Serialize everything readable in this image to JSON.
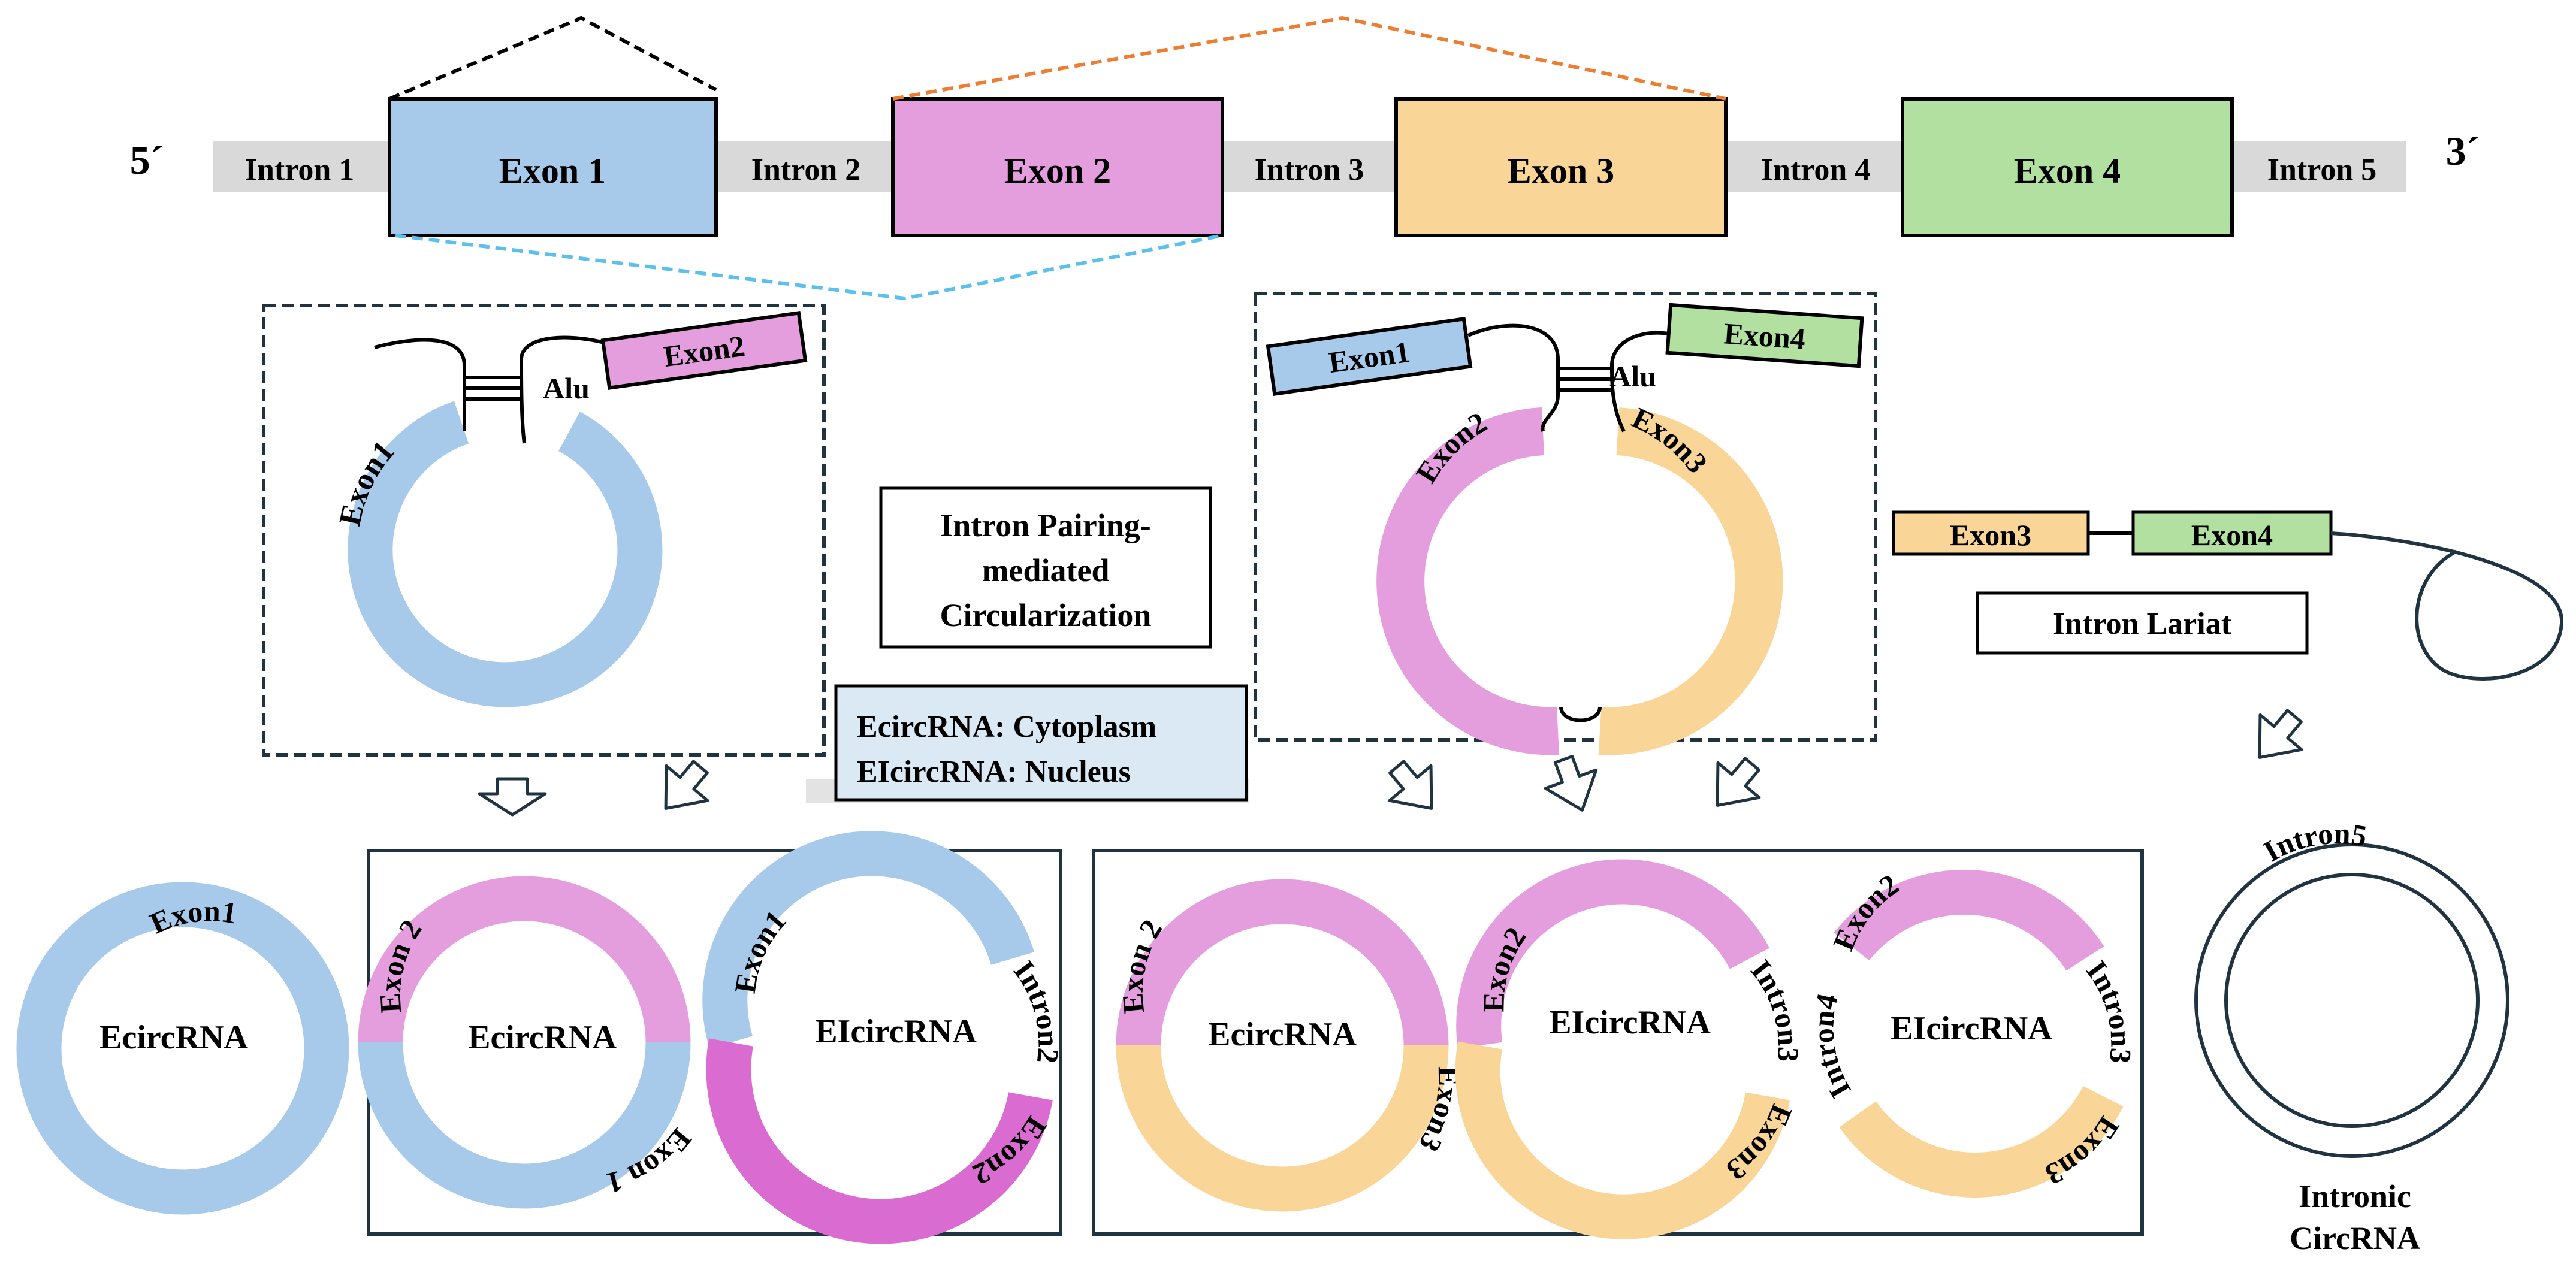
{
  "gene": {
    "five_prime": "5´",
    "three_prime": "3´",
    "introns": [
      "Intron 1",
      "Intron 2",
      "Intron 3",
      "Intron 4",
      "Intron 5"
    ],
    "exons": [
      "Exon 1",
      "Exon 2",
      "Exon 3",
      "Exon 4"
    ]
  },
  "colors": {
    "exon1": "#a7c9ea",
    "exon2": "#e49edd",
    "exon2_dark": "#d96bd1",
    "exon3": "#f9d597",
    "exon4": "#b1e0a0",
    "intron_bar": "#d9d9d9",
    "dashed_black": "#000000",
    "dashed_orange": "#ed7d31",
    "dashed_cyan": "#5bc0eb",
    "frame": "#1f3340",
    "note_fill": "#dbe9f5"
  },
  "left_pairing": {
    "exon2_box": "Exon2",
    "alu": "Alu",
    "exon1_arc": "Exon1"
  },
  "middle_labels": {
    "mechanism": [
      "Intron Pairing-",
      "mediated",
      "Circularization"
    ],
    "localization": [
      "EcircRNA: Cytoplasm",
      "EIcircRNA: Nucleus"
    ]
  },
  "right_pairing": {
    "exon1_box": "Exon1",
    "exon4_box": "Exon4",
    "alu": "Alu",
    "exon2_arc": "Exon2",
    "exon3_arc": "Exon3"
  },
  "lariat": {
    "exon3": "Exon3",
    "exon4": "Exon4",
    "label": "Intron Lariat"
  },
  "products": {
    "c1": {
      "arc": "Exon1",
      "center": "EcircRNA"
    },
    "c2": {
      "top": "Exon 2",
      "bottom": "Exon 1",
      "center": "EcircRNA"
    },
    "c3": {
      "top": "Exon1",
      "intron": "Intron2",
      "bottom": "Exon2",
      "center": "EIcircRNA"
    },
    "c4": {
      "top": "Exon 2",
      "bottom": "Exon3",
      "center": "EcircRNA"
    },
    "c5": {
      "top": "Exon2",
      "intron": "Intron3",
      "bottom": "Exon3",
      "center": "EIcircRNA"
    },
    "c6": {
      "top": "Exon2",
      "intron_left": "Intron4",
      "intron_right": "Intron3",
      "bottom": "Exon3",
      "center": "EIcircRNA"
    },
    "c7": {
      "arc": "Intron5",
      "caption": [
        "Intronic",
        "CircRNA"
      ]
    }
  }
}
